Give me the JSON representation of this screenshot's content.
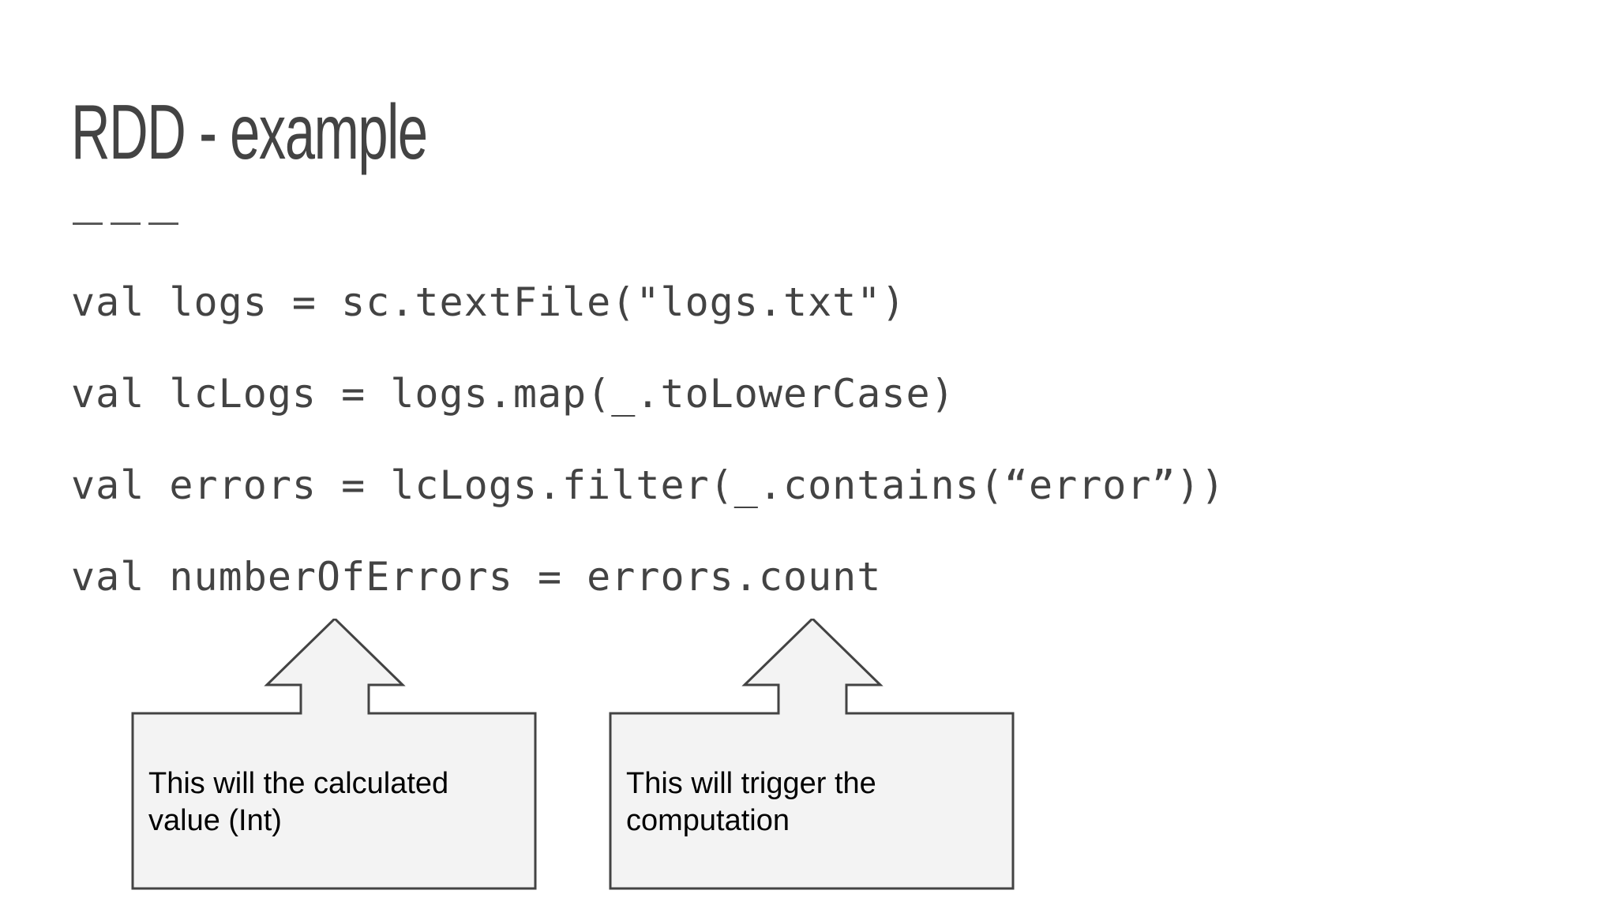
{
  "slide": {
    "title": "RDD - example",
    "code_lines": [
      "val logs = sc.textFile(\"logs.txt\")",
      "val lcLogs = logs.map(_.toLowerCase)",
      "val errors = lcLogs.filter(_.contains(“error”))",
      "val numberOfErrors = errors.count"
    ],
    "callouts": [
      {
        "text": "This will the calculated value (Int)"
      },
      {
        "text": "This will trigger the computation"
      }
    ]
  },
  "colors": {
    "title": "#434343",
    "code": "#434343",
    "callout_fill": "#f3f3f3",
    "callout_stroke": "#434343"
  }
}
